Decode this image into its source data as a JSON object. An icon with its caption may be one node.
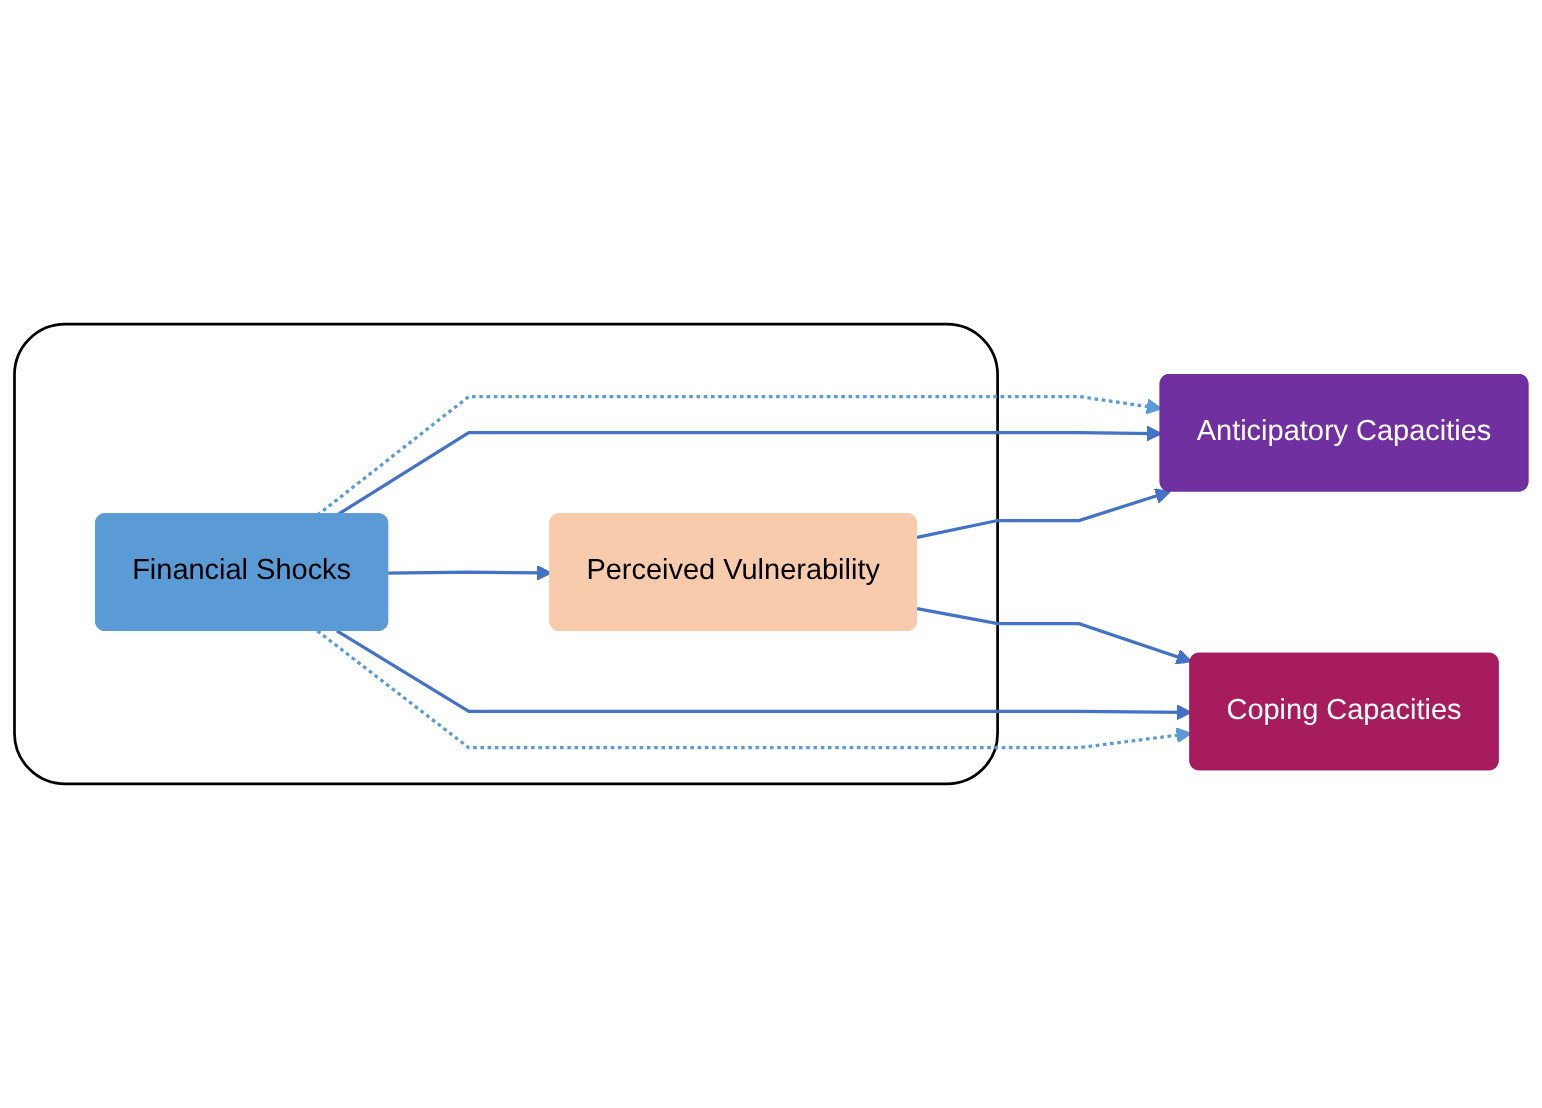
{
  "diagram": {
    "nodes": [
      {
        "text": [],
        "shape": "box"
      },
      {
        "text": [
          "Financial Shocks"
        ],
        "in": 0
      },
      {
        "text": [
          "Perceived Vulnerability"
        ],
        "in": 0
      },
      {
        "text": [
          "Anticipatory Capacities"
        ]
      },
      {
        "text": [
          "Coping Capacities"
        ]
      }
    ],
    "edges": [
      {
        "from": 1,
        "to": 3,
        "arrow": "to",
        "style": "dashed",
        "color": "#5b9bd5"
      },
      {
        "from": 1,
        "to": 3,
        "arrow": "to"
      },
      {
        "from": 1,
        "to": 2,
        "arrow": "to"
      },
      {
        "from": 1,
        "to": 4,
        "arrow": "to"
      },
      {
        "from": 1,
        "to": 4,
        "arrow": "to",
        "style": "dashed",
        "color": "#5b9bd5"
      },
      {
        "from": 2,
        "to": 3,
        "arrow": "to"
      },
      {
        "from": 2,
        "to": 4,
        "arrow": "to"
      }
    ]
  }
}
